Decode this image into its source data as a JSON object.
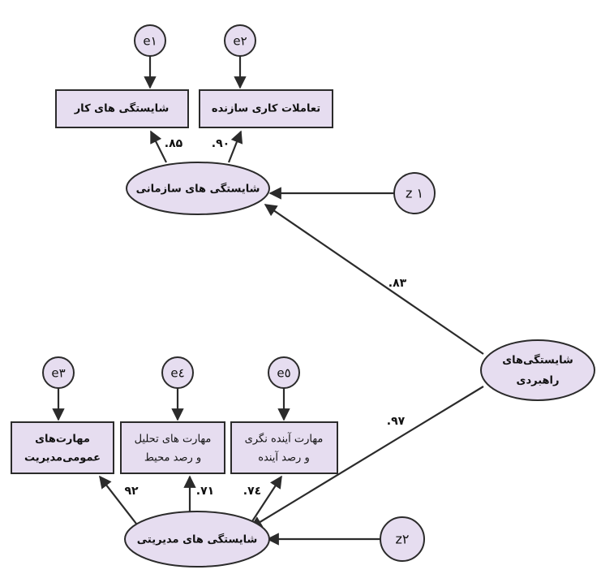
{
  "diagram": {
    "latent": {
      "org": "شایستگی های سازمانی",
      "mgmt": "شایستگی های مدیریتی",
      "strategic_l1": "شایستگی‌های",
      "strategic_l2": "راهبردی"
    },
    "observed": {
      "work": "شایستگی های کار",
      "interact": "تعاملات کاری سازنده",
      "general_l1": "مهارت‌های",
      "general_l2": "عمومی‌مدیریت",
      "analysis_l1": "مهارت های تحلیل",
      "analysis_l2": "و رصد محیط",
      "future_l1": "مهارت آینده نگری",
      "future_l2": "و رصد آینده"
    },
    "errors": {
      "e1": "e۱",
      "e2": "e۲",
      "e3": "e۳",
      "e4": "e٤",
      "e5": "e٥",
      "z1": "z ۱",
      "z2": "z۲"
    },
    "loadings": {
      "work": ".۸۵",
      "interact": ".۹۰",
      "org": ".۸۳",
      "mgmt": ".۹۷",
      "general": "۹۲",
      "analysis": ".۷۱",
      "future": ".۷٤"
    },
    "colors": {
      "node_fill": "#e6ddf0",
      "stroke": "#2b2b2b",
      "text": "#111111"
    }
  }
}
